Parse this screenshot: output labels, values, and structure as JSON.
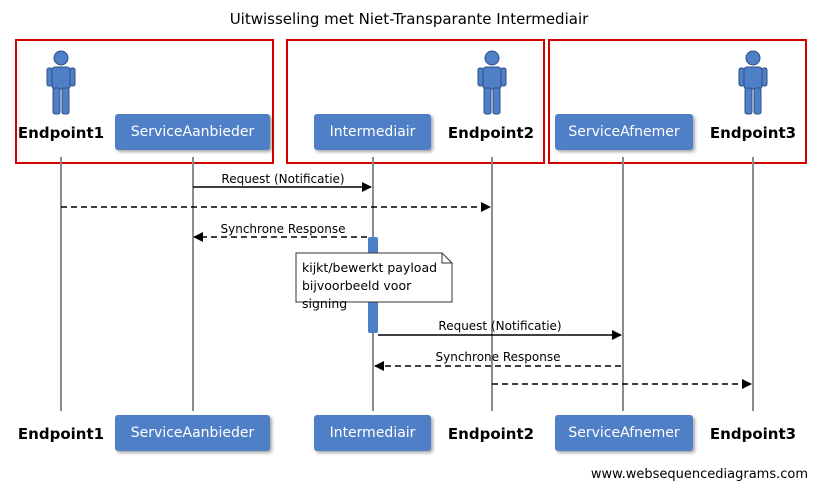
{
  "title": "Uitwisseling met Niet-Transparante Intermediair",
  "participants": {
    "endpoint1": "Endpoint1",
    "serviceaanbieder": "ServiceAanbieder",
    "intermediair": "Intermediair",
    "endpoint2": "Endpoint2",
    "serviceafnemer": "ServiceAfnemer",
    "endpoint3": "Endpoint3"
  },
  "messages": {
    "m1": "Request (Notificatie)",
    "m3": "Synchrone Response",
    "m4": "Request (Notificatie)",
    "m5": "Synchrone Response"
  },
  "note": {
    "line1": "kijkt/bewerkt payload",
    "line2": "bijvoorbeeld voor signing"
  },
  "footer": "www.websequencediagrams.com",
  "colors": {
    "group_border": "#d40000",
    "participant_fill": "#4f7fc7",
    "lifeline": "#8c8c8c",
    "actor": "#4f7fc7"
  },
  "icons": [
    "actor-icon"
  ]
}
